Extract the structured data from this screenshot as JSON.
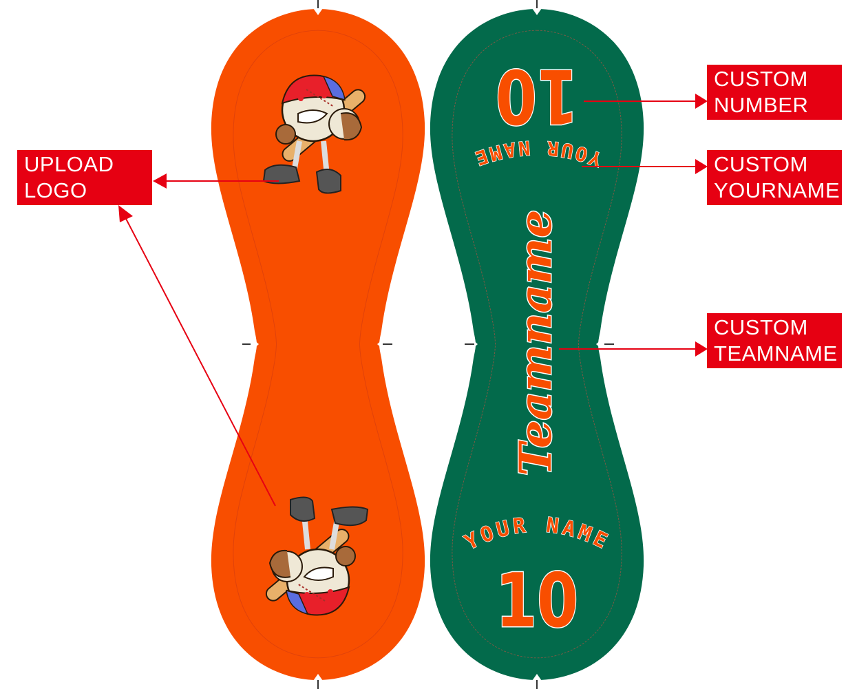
{
  "colors": {
    "panel_left": "#f84e00",
    "panel_right": "#036a4b",
    "accent_text": "#f84e00",
    "callout": "#e60012",
    "marks": "#333333"
  },
  "callouts": {
    "upload_logo": {
      "line1": "UPLOAD",
      "line2": "LOGO"
    },
    "custom_number": {
      "line1": "CUSTOM",
      "line2": "NUMBER"
    },
    "custom_yourname": {
      "line1": "CUSTOM",
      "line2": "YOURNAME"
    },
    "custom_teamname": {
      "line1": "CUSTOM",
      "line2": "TEAMNAME"
    }
  },
  "right_panel": {
    "top_number": "10",
    "top_name": "YOUR NAME",
    "teamname": "Teamname",
    "bottom_name": "YOUR NAME",
    "bottom_number": "10"
  },
  "left_panel": {
    "logo": "baseball-mascot-logo"
  }
}
